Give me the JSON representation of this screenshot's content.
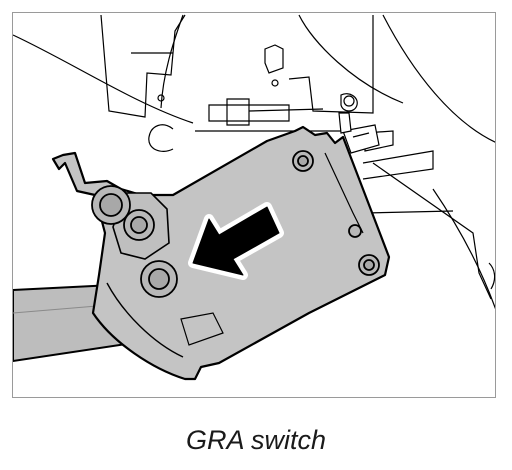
{
  "figure": {
    "caption": "GRA switch",
    "colors": {
      "frame": "#9a9a9a",
      "line": "#000000",
      "housing": "#c4c4c4",
      "stalk": "#bdbdbd",
      "arrow": "#000000",
      "background": "#ffffff"
    },
    "arrow_direction": "down-left",
    "icons": [
      "switch-housing",
      "mounting-screw",
      "direction-arrow",
      "lever-stalk",
      "wiring-connector"
    ]
  }
}
